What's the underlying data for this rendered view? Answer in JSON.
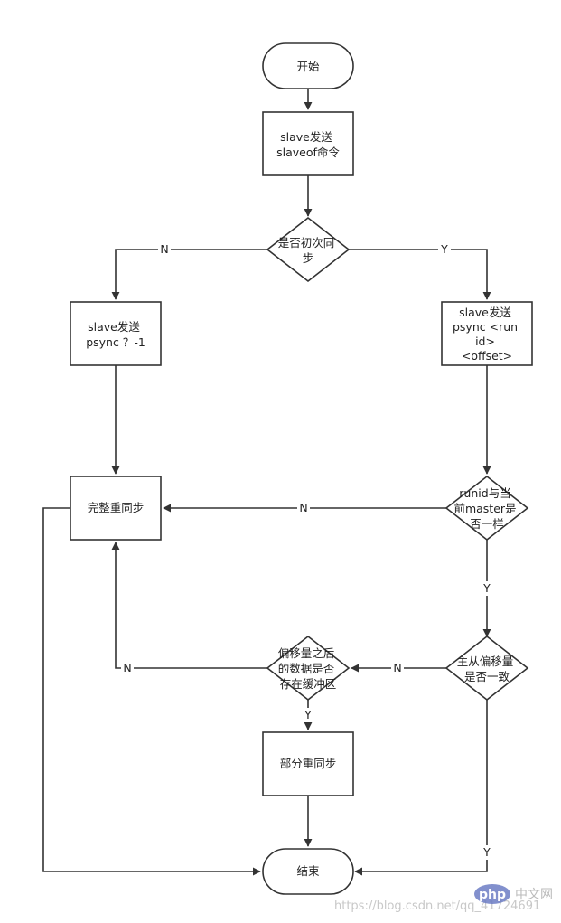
{
  "nodes": {
    "start": "开始",
    "slave_send_slaveof": [
      "slave发送",
      "slaveof命令"
    ],
    "is_first_sync": [
      "是否初次同",
      "步"
    ],
    "send_psync_minus1": [
      "slave发送",
      "psync ？-1"
    ],
    "send_psync_runid": [
      "slave发送",
      "psync <run",
      "id>",
      "<offset>"
    ],
    "runid_match": [
      "runid与当",
      "前master是",
      "否一样"
    ],
    "full_resync": "完整重同步",
    "offset_match": [
      "主从偏移量",
      "是否一致"
    ],
    "offset_in_buffer": [
      "偏移量之后",
      "的数据是否",
      "存在缓冲区"
    ],
    "partial_resync": "部分重同步",
    "end": "结束"
  },
  "edges": {
    "first_sync_no": "N",
    "first_sync_yes": "Y",
    "runid_no": "N",
    "runid_yes": "Y",
    "offset_no": "N",
    "buffer_no": "N",
    "buffer_yes": "Y",
    "offset_yes": "Y"
  },
  "watermark": {
    "url": "https://blog.csdn.net/qq_41724691",
    "logo_text": "php",
    "site_name": "中文网"
  },
  "colors": {
    "stroke": "#333333",
    "watermark_logo": "#6c7cc4"
  }
}
